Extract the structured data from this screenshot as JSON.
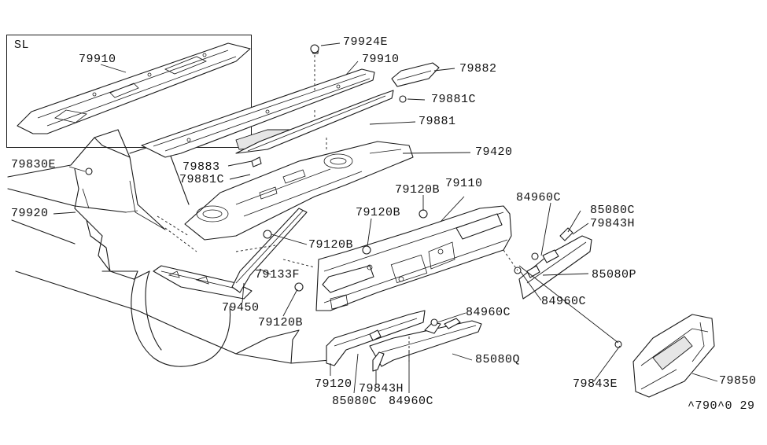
{
  "diagram": {
    "inset_label": "SL",
    "footer_code": "^790^0 29",
    "callouts": [
      {
        "id": "c1",
        "text": "79910"
      },
      {
        "id": "c2",
        "text": "79924E"
      },
      {
        "id": "c3",
        "text": "79910"
      },
      {
        "id": "c4",
        "text": "79882"
      },
      {
        "id": "c5",
        "text": "79881C"
      },
      {
        "id": "c6",
        "text": "79881"
      },
      {
        "id": "c7",
        "text": "79420"
      },
      {
        "id": "c8",
        "text": "79830E"
      },
      {
        "id": "c9",
        "text": "79883"
      },
      {
        "id": "c10",
        "text": "79881C"
      },
      {
        "id": "c11",
        "text": "79920"
      },
      {
        "id": "c12",
        "text": "79120B"
      },
      {
        "id": "c13",
        "text": "79110"
      },
      {
        "id": "c14",
        "text": "84960C"
      },
      {
        "id": "c15",
        "text": "85080C"
      },
      {
        "id": "c16",
        "text": "79120B"
      },
      {
        "id": "c17",
        "text": "79843H"
      },
      {
        "id": "c18",
        "text": "79120B"
      },
      {
        "id": "c19",
        "text": "85080P"
      },
      {
        "id": "c20",
        "text": "79133F"
      },
      {
        "id": "c21",
        "text": "84960C"
      },
      {
        "id": "c22",
        "text": "79450"
      },
      {
        "id": "c23",
        "text": "79120B"
      },
      {
        "id": "c24",
        "text": "84960C"
      },
      {
        "id": "c25",
        "text": "85080Q"
      },
      {
        "id": "c26",
        "text": "79120"
      },
      {
        "id": "c27",
        "text": "79843H"
      },
      {
        "id": "c28",
        "text": "79843E"
      },
      {
        "id": "c29",
        "text": "79850"
      },
      {
        "id": "c30",
        "text": "85080C"
      },
      {
        "id": "c31",
        "text": "84960C"
      }
    ]
  }
}
